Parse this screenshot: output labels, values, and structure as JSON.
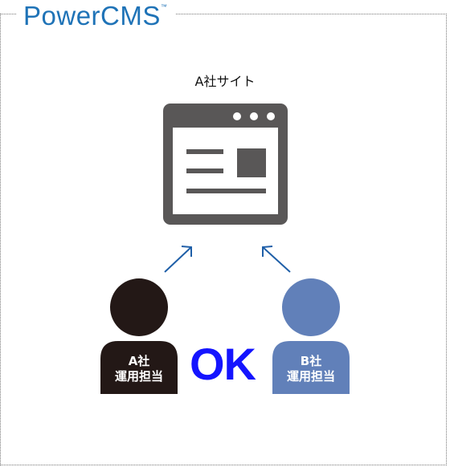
{
  "logo": {
    "name": "PowerCMS",
    "trademark": "™"
  },
  "site": {
    "title": "A社サイト"
  },
  "person_a": {
    "line1": "A社",
    "line2": "運用担当",
    "color": "#231816"
  },
  "person_b": {
    "line1": "B社",
    "line2": "運用担当",
    "color": "#6180b9"
  },
  "status": {
    "text": "OK",
    "color": "#1414ff"
  },
  "colors": {
    "window": "#595757",
    "arrow": "#1f5fa8",
    "logo": "#1f73b7"
  }
}
